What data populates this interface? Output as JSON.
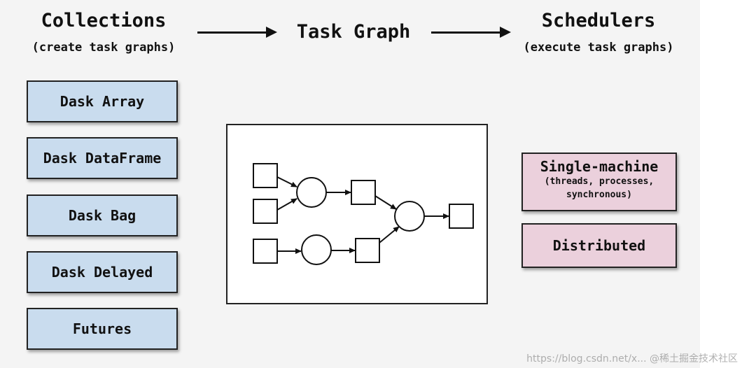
{
  "headings": {
    "collections": "Collections",
    "collections_sub": "(create task graphs)",
    "task_graph": "Task Graph",
    "schedulers": "Schedulers",
    "schedulers_sub": "(execute task graphs)"
  },
  "collections": [
    "Dask Array",
    "Dask DataFrame",
    "Dask Bag",
    "Dask Delayed",
    "Futures"
  ],
  "schedulers": {
    "single_machine": "Single-machine",
    "single_machine_detail_1": "(threads, processes,",
    "single_machine_detail_2": "synchronous)",
    "distributed": "Distributed"
  },
  "watermark": "https://blog.csdn.net/x... @稀土掘金技术社区",
  "colors": {
    "collection_fill": "#c9dcee",
    "scheduler_fill": "#ebd0dc",
    "background": "#f4f4f4"
  }
}
